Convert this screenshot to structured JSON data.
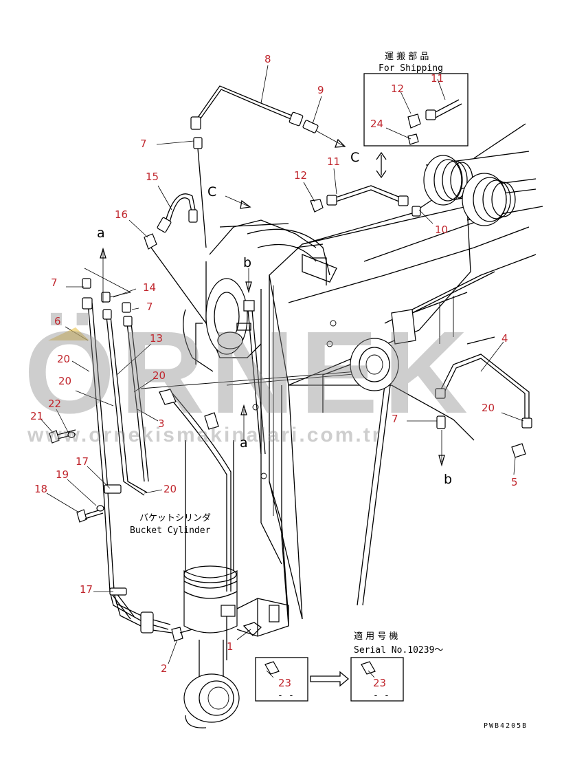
{
  "labels": {
    "shipping_jp": "運 搬 部 品",
    "shipping_en": "For Shipping",
    "bucket_jp": "バケットシリンダ",
    "bucket_en": "Bucket Cylinder",
    "serial_jp": "適 用 号 機",
    "serial_en": "Serial No.10239～",
    "drawing_code": "PWB4205B",
    "detail_c": "C",
    "arrow_c": "C",
    "arrow_a_top": "a",
    "arrow_a_mid": "a",
    "arrow_b_top": "b",
    "arrow_b_right": "b"
  },
  "watermark": {
    "brand": "ÖRNEK",
    "url": "www.ornekismakinalari.com.tr"
  },
  "callouts": [
    {
      "id": "c8",
      "text": "8"
    },
    {
      "id": "c9",
      "text": "9"
    },
    {
      "id": "c7a",
      "text": "7"
    },
    {
      "id": "c15",
      "text": "15"
    },
    {
      "id": "c12a",
      "text": "12"
    },
    {
      "id": "c11a",
      "text": "11"
    },
    {
      "id": "c16",
      "text": "16"
    },
    {
      "id": "c10",
      "text": "10"
    },
    {
      "id": "c7b",
      "text": "7"
    },
    {
      "id": "c14",
      "text": "14"
    },
    {
      "id": "c7c",
      "text": "7"
    },
    {
      "id": "c6",
      "text": "6"
    },
    {
      "id": "c13",
      "text": "13"
    },
    {
      "id": "c20a",
      "text": "20"
    },
    {
      "id": "c20b",
      "text": "20"
    },
    {
      "id": "c20c",
      "text": "20"
    },
    {
      "id": "c22",
      "text": "22"
    },
    {
      "id": "c21",
      "text": "21"
    },
    {
      "id": "c3",
      "text": "3"
    },
    {
      "id": "c17a",
      "text": "17"
    },
    {
      "id": "c19",
      "text": "19"
    },
    {
      "id": "c18",
      "text": "18"
    },
    {
      "id": "c20d",
      "text": "20"
    },
    {
      "id": "c17b",
      "text": "17"
    },
    {
      "id": "c2",
      "text": "2"
    },
    {
      "id": "c1",
      "text": "1"
    },
    {
      "id": "c4",
      "text": "4"
    },
    {
      "id": "c20e",
      "text": "20"
    },
    {
      "id": "c7d",
      "text": "7"
    },
    {
      "id": "c5",
      "text": "5"
    },
    {
      "id": "c12b",
      "text": "12"
    },
    {
      "id": "c11b",
      "text": "11"
    },
    {
      "id": "c24",
      "text": "24"
    },
    {
      "id": "c23a",
      "text": "23"
    },
    {
      "id": "c23b",
      "text": "23"
    }
  ]
}
